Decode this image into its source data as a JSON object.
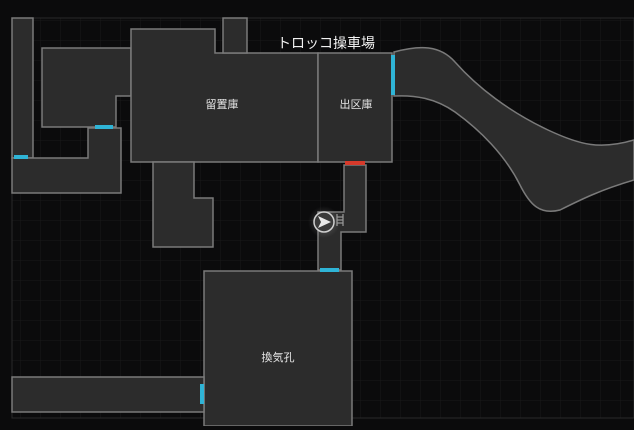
{
  "map": {
    "area_title": "トロッコ操車場",
    "rooms": {
      "storage": "留置庫",
      "departure": "出区庫",
      "ventilation": "換気孔"
    },
    "door_color_open": "#2fb4d6",
    "door_color_locked": "#d63a2b",
    "room_fill": "#2c2c2c",
    "room_stroke": "#7a7a7a",
    "grid_color": "#1c1c1c",
    "background_color": "#0b0b0c",
    "player_icon": "player-cursor-icon",
    "ladder_icon": "ladder-icon"
  }
}
